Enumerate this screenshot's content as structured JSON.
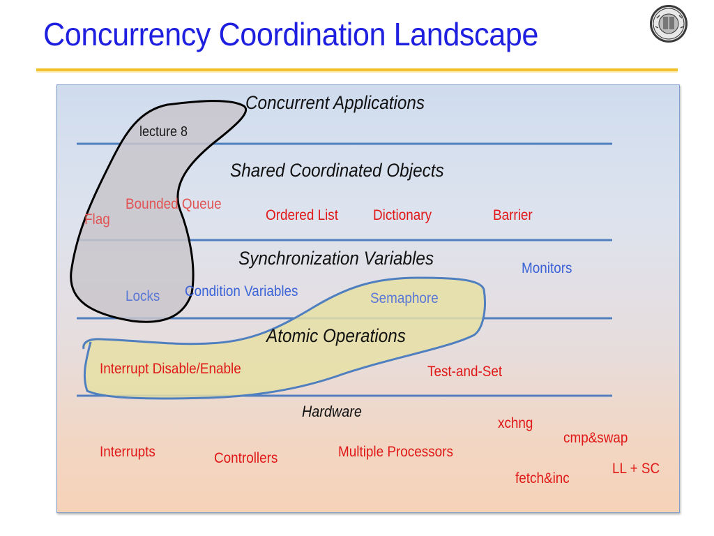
{
  "slide": {
    "title": "Concurrency Coordination Landscape",
    "logo": "university-seal-icon"
  },
  "layers": {
    "applications": "Concurrent Applications",
    "objects": "Shared Coordinated Objects",
    "sync_vars": "Synchronization Variables",
    "atomic": "Atomic Operations",
    "hardware": "Hardware"
  },
  "annotation": {
    "lecture": "lecture 8"
  },
  "objects_items": {
    "flag": "Flag",
    "bounded_queue": "Bounded Queue",
    "ordered_list": "Ordered List",
    "dictionary": "Dictionary",
    "barrier": "Barrier"
  },
  "sync_items": {
    "monitors": "Monitors",
    "locks": "Locks",
    "condition_variables": "Condition Variables",
    "semaphore": "Semaphore"
  },
  "atomic_items": {
    "interrupt_disable_enable": "Interrupt Disable/Enable",
    "test_and_set": "Test-and-Set"
  },
  "hardware_items": {
    "interrupts": "Interrupts",
    "controllers": "Controllers",
    "multiple_processors": "Multiple Processors",
    "xchng": "xchng",
    "cmp_swap": "cmp&swap",
    "fetch_inc": "fetch&inc",
    "ll_sc": "LL + SC"
  },
  "colors": {
    "title": "#1f1fe0",
    "gold_rule": "#f2c232",
    "layer_line": "#4f7fbf",
    "red_item": "#e01818",
    "blue_item": "#3b63d8",
    "gray_blob": "#c9c6cb",
    "yellow_blob": "#e6dfa4"
  }
}
